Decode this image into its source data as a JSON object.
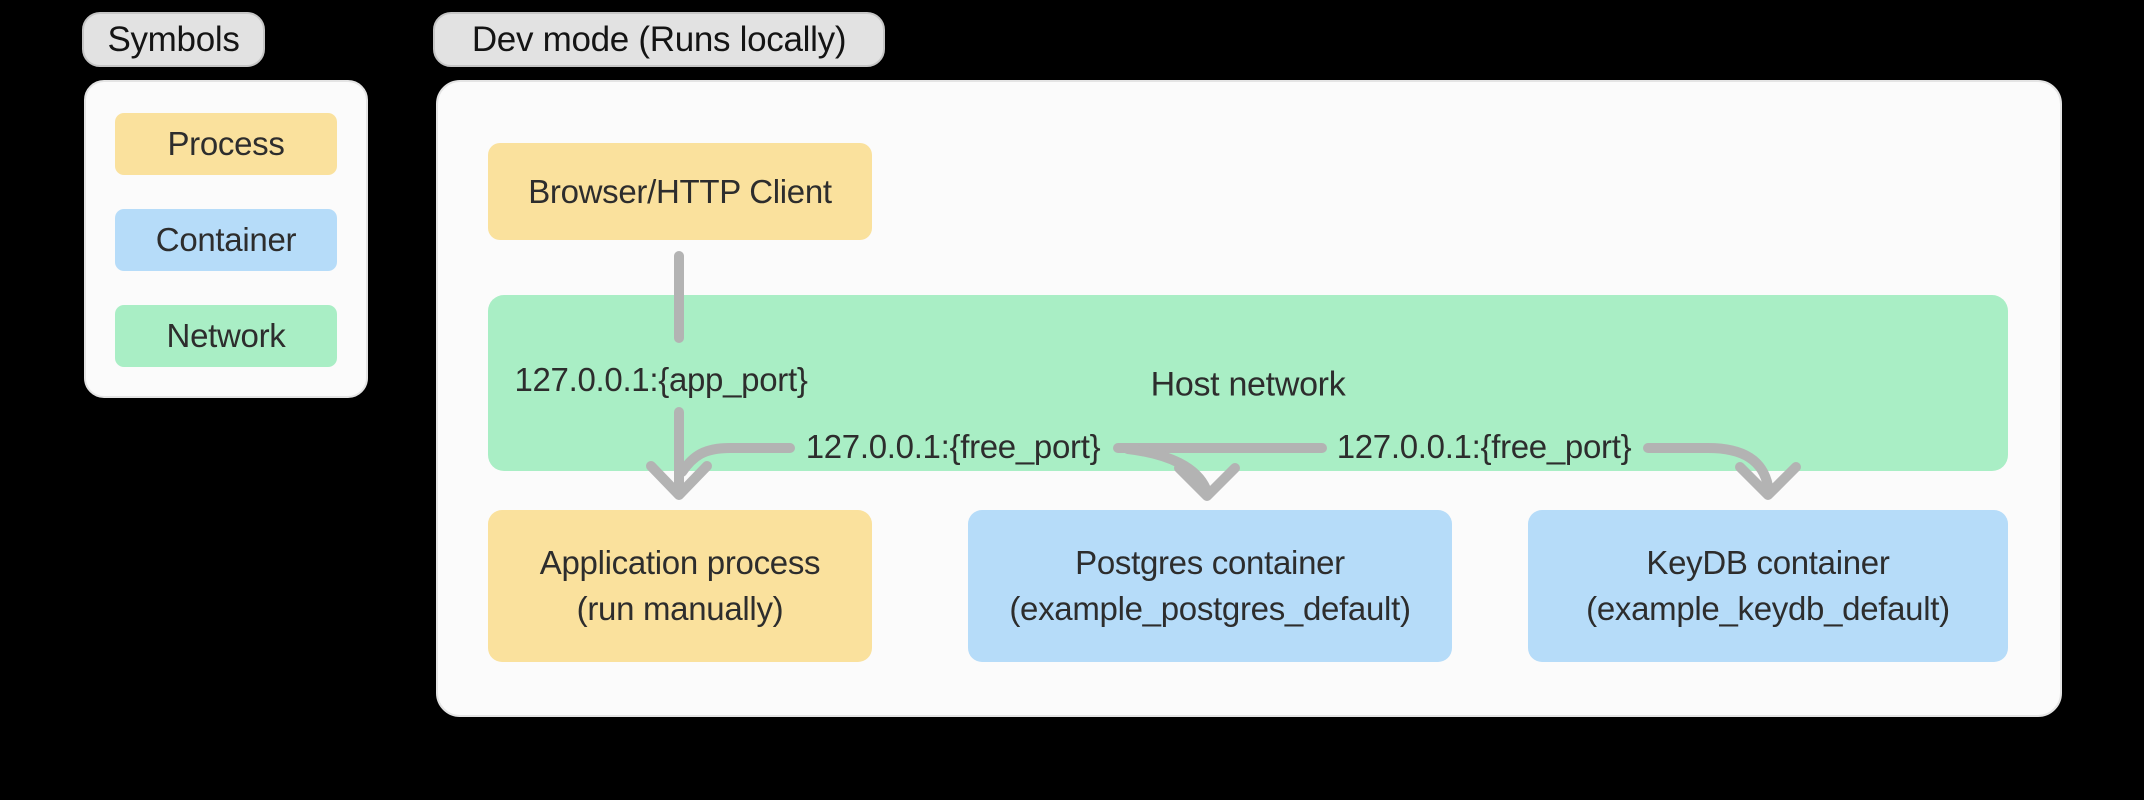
{
  "canvas": {
    "background": "#000000"
  },
  "palette": {
    "process_fill": "#FAE19D",
    "container_fill": "#B6DCF9",
    "network_fill": "#A9EEC5",
    "pill_fill": "#E2E2E2",
    "pill_border": "#C6C6C6",
    "panel_fill": "#FBFBFB",
    "panel_border": "#E4E4E4",
    "arrow": "#B3B3B3",
    "text": "#2D2D2D"
  },
  "legend": {
    "title": "Symbols",
    "items": [
      {
        "id": "process",
        "label": "Process"
      },
      {
        "id": "container",
        "label": "Container"
      },
      {
        "id": "network",
        "label": "Network"
      }
    ]
  },
  "diagram": {
    "title": "Dev mode (Runs locally)",
    "nodes": {
      "browser": {
        "label": "Browser/HTTP Client",
        "kind": "process"
      },
      "host_network": {
        "label": "Host network",
        "kind": "network"
      },
      "app_process": {
        "line1": "Application process",
        "line2": "(run manually)",
        "kind": "process"
      },
      "postgres": {
        "line1": "Postgres container",
        "line2": "(example_postgres_default)",
        "kind": "container"
      },
      "keydb": {
        "line1": "KeyDB container",
        "line2": "(example_keydb_default)",
        "kind": "container"
      }
    },
    "edge_labels": {
      "app_port": "127.0.0.1:{app_port}",
      "free_port_postgres": "127.0.0.1:{free_port}",
      "free_port_keydb": "127.0.0.1:{free_port}"
    }
  }
}
